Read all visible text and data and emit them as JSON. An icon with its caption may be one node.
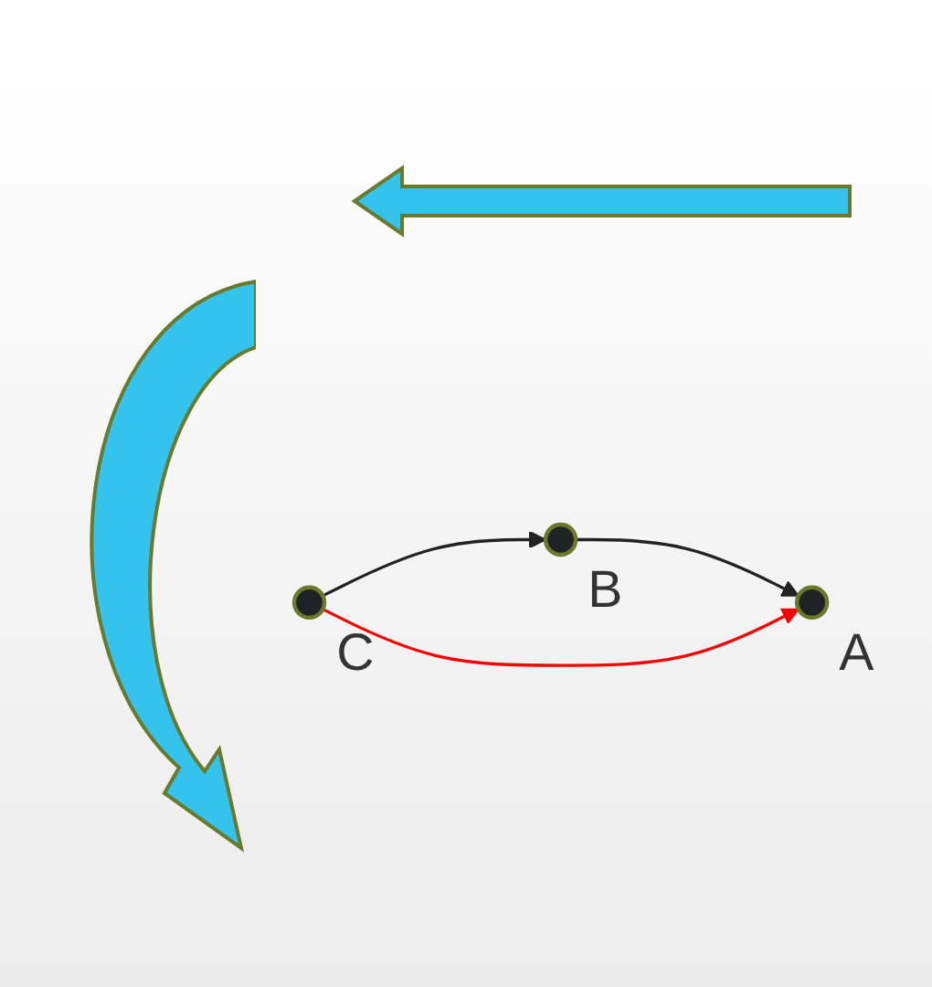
{
  "diagram": {
    "nodes": [
      {
        "text": [],
        "shape": "circle",
        "beside": [
          "B"
        ]
      },
      {
        "text": [],
        "shape": "circle",
        "beside": [
          "A"
        ]
      },
      {
        "text": [],
        "shape": "circle",
        "beside": [
          "C"
        ]
      }
    ],
    "edges": [
      {
        "from": 0,
        "to": 1,
        "arrow": "to"
      },
      {
        "from": 2,
        "to": 0,
        "arrow": "to"
      },
      {
        "from": 2,
        "to": 1,
        "arrow": "to",
        "color": "#ff0000"
      }
    ]
  }
}
